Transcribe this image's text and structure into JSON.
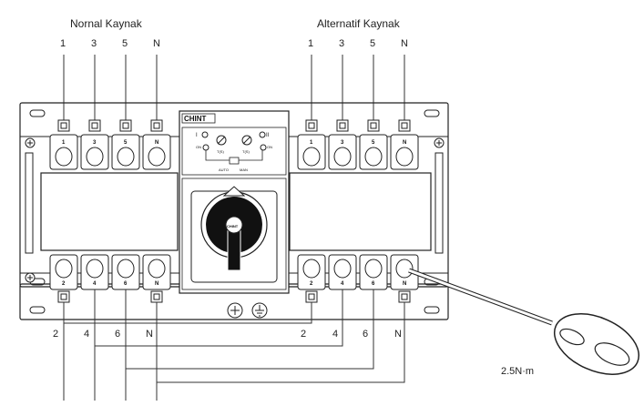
{
  "source_normal": {
    "title": "Nornal Kaynak",
    "top_labels": [
      "1",
      "3",
      "5",
      "N"
    ],
    "face_top": [
      "1",
      "3",
      "5",
      "N"
    ],
    "face_bottom": [
      "2",
      "4",
      "6",
      "N"
    ]
  },
  "source_alt": {
    "title": "Alternatif Kaynak",
    "top_labels": [
      "1",
      "3",
      "5",
      "N"
    ],
    "face_top": [
      "1",
      "3",
      "5",
      "N"
    ],
    "face_bottom": [
      "2",
      "4",
      "6",
      "N"
    ]
  },
  "bottom_left_labels": [
    "2",
    "4",
    "6",
    "N"
  ],
  "bottom_right_labels": [
    "2",
    "4",
    "6",
    "N"
  ],
  "brand": "CHINT",
  "indicator_left": "I",
  "indicator_right": "II",
  "indicator_on_left": "ON",
  "indicator_on_right": "ON",
  "knob_labels": [
    "T(S)",
    "T(S)"
  ],
  "mode_labels": [
    "AUTO",
    "MAN"
  ],
  "torque": "2.5N·m"
}
